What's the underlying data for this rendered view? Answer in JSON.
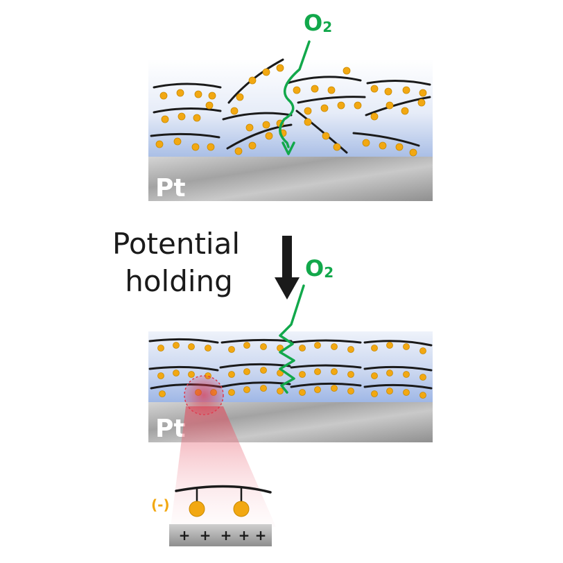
{
  "diagram": {
    "substrate_label_top": "Pt",
    "substrate_label_bottom": "Pt",
    "gas_label_top": "O",
    "gas_label_top_sub": "2",
    "gas_label_bottom": "O",
    "gas_label_bottom_sub": "2",
    "process_label_line1": "Potential",
    "process_label_line2": "holding",
    "charge_label": "(-)",
    "surface_charges": [
      "+",
      "+",
      "+",
      "+",
      "+"
    ],
    "colors": {
      "oxygen_path": "#12a84b",
      "sulfonate_bead": "#f2a812",
      "polymer_chain": "#1a1a1a",
      "highlight": "#e0364a",
      "ionomer_layer": "#c7d6ef",
      "platinum": "#a9a9a9"
    }
  }
}
